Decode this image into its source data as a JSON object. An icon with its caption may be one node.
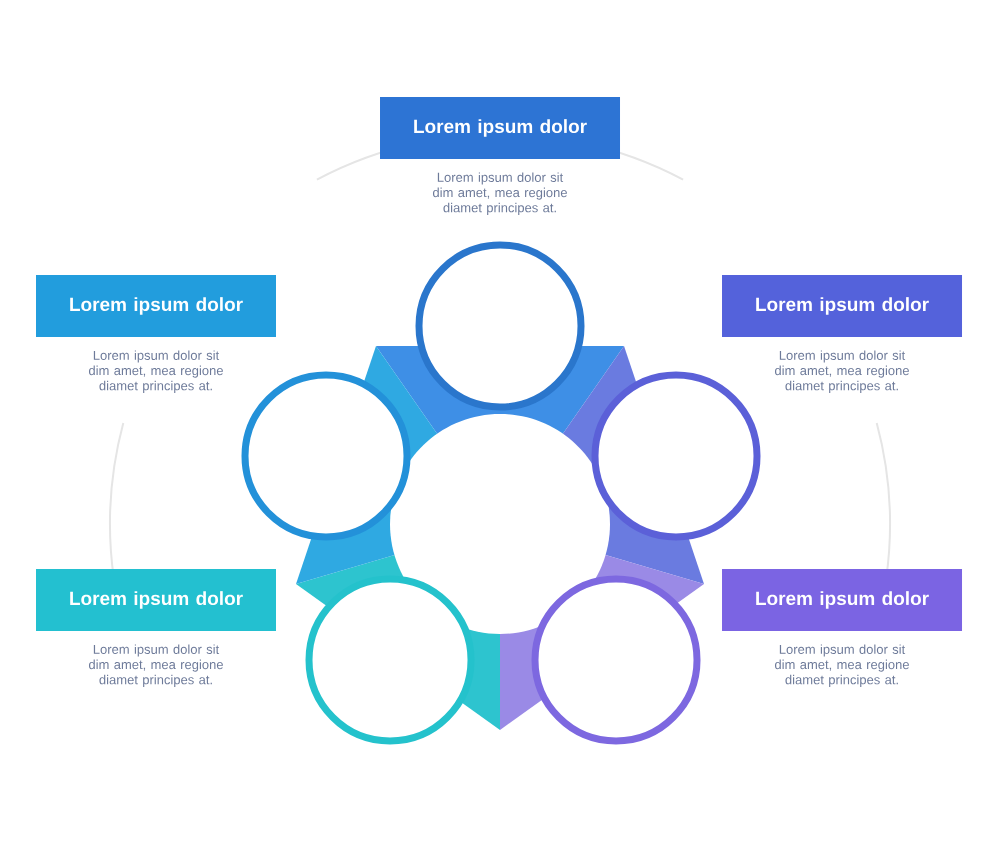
{
  "diagram": {
    "nodes": [
      {
        "text": [
          "Lorem ipsum dolor"
        ],
        "beside": [
          "Lorem ipsum dolor sit dim amet, mea regione diamet principes at."
        ]
      },
      {
        "text": [
          "Lorem ipsum dolor"
        ],
        "beside": [
          "Lorem ipsum dolor sit dim amet, mea regione diamet principes at."
        ]
      },
      {
        "text": [
          "Lorem ipsum dolor"
        ],
        "beside": [
          "Lorem ipsum dolor sit dim amet, mea regione diamet principes at."
        ]
      },
      {
        "text": [
          "Lorem ipsum dolor"
        ],
        "beside": [
          "Lorem ipsum dolor sit dim amet, mea regione diamet principes at."
        ]
      },
      {
        "text": [
          "Lorem ipsum dolor"
        ],
        "beside": [
          "Lorem ipsum dolor sit dim amet, mea regione diamet principes at."
        ]
      },
      {
        "text": [],
        "shape": "circle"
      },
      {
        "text": [],
        "shape": "circle"
      },
      {
        "text": [],
        "shape": "circle"
      },
      {
        "text": [],
        "shape": "circle"
      },
      {
        "text": [],
        "shape": "circle"
      }
    ]
  }
}
